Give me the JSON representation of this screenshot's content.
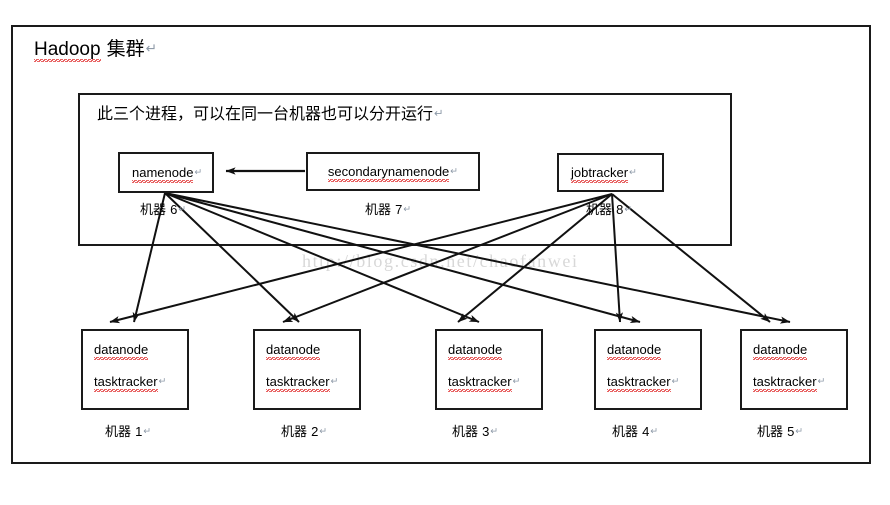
{
  "diagram": {
    "title_latin": "Hadoop",
    "title_cjk": " 集群",
    "paragraph_mark": "↵",
    "note": "此三个进程，可以在同一台机器也可以分开运行",
    "watermark": "http://blog.csdn.net/chaofanwei",
    "colors": {
      "border": "#1a1a1a",
      "text": "#000000",
      "spellcheck": "#e03131",
      "paragraph_mark": "#8e9aa8",
      "watermark": "#d8d8d8",
      "background": "#ffffff"
    }
  },
  "master_nodes": [
    {
      "id": "namenode",
      "label": "namenode"
    },
    {
      "id": "secondarynamenode",
      "label": "secondarynamenode"
    },
    {
      "id": "jobtracker",
      "label": "jobtracker"
    }
  ],
  "master_machines": [
    {
      "cjk": "机器",
      "num": "6"
    },
    {
      "cjk": "机器",
      "num": "7"
    },
    {
      "cjk": "机器",
      "num": "8"
    }
  ],
  "worker_nodes": [
    {
      "service1": "datanode",
      "service2": "tasktracker"
    },
    {
      "service1": "datanode",
      "service2": "tasktracker"
    },
    {
      "service1": "datanode",
      "service2": "tasktracker"
    },
    {
      "service1": "datanode",
      "service2": "tasktracker"
    },
    {
      "service1": "datanode",
      "service2": "tasktracker"
    }
  ],
  "worker_machines": [
    {
      "cjk": "机器",
      "num": "1"
    },
    {
      "cjk": "机器",
      "num": "2"
    },
    {
      "cjk": "机器",
      "num": "3"
    },
    {
      "cjk": "机器",
      "num": "4"
    },
    {
      "cjk": "机器",
      "num": "5"
    }
  ],
  "edges": {
    "secondary_to_namenode": "secondarynamenode → namenode",
    "namenode_to_datanodes": "namenode → datanode ×5",
    "jobtracker_to_tasktrackers": "jobtracker → tasktracker ×5"
  }
}
